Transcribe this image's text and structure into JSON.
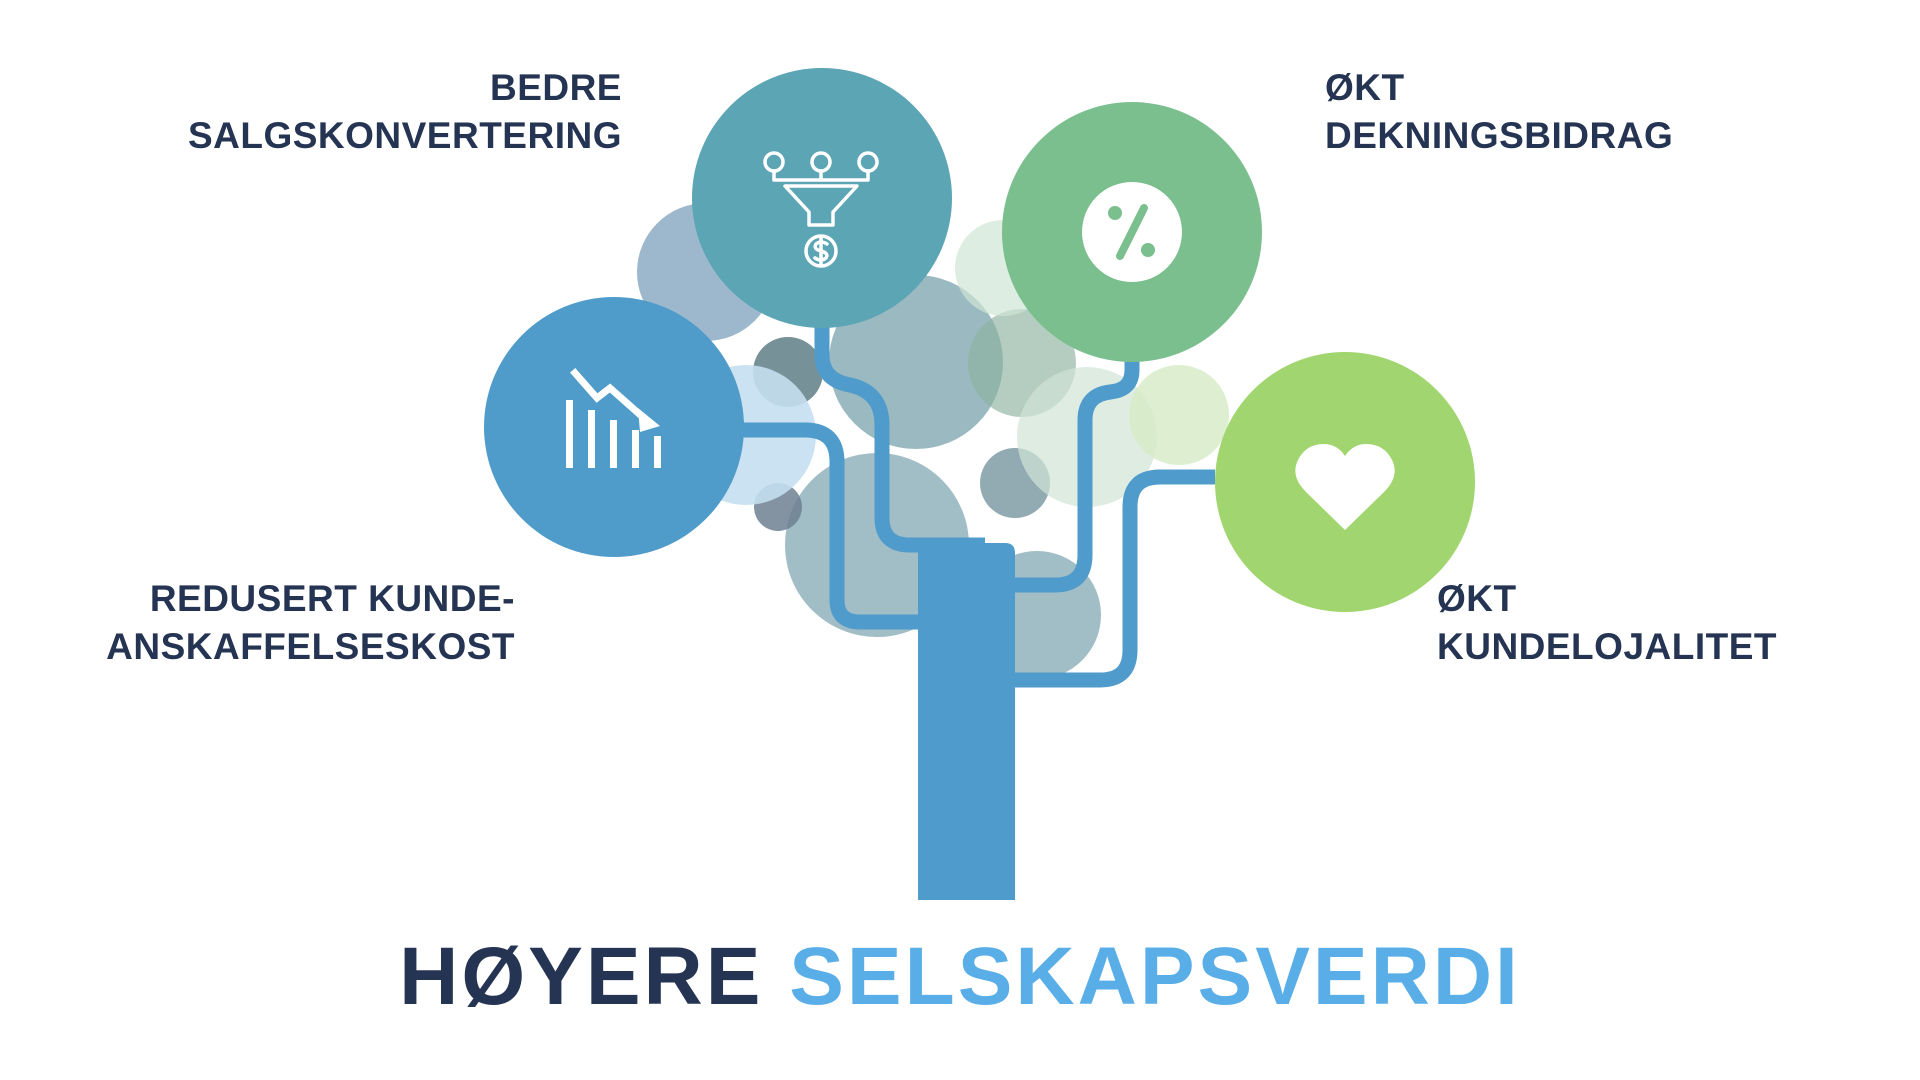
{
  "benefits": {
    "top_left": {
      "line1": "BEDRE",
      "line2": "SALGSKONVERTERING",
      "icon": "funnel-dollar-icon"
    },
    "left": {
      "line1": "REDUSERT KUNDE-",
      "line2": "ANSKAFFELSESKOST",
      "icon": "declining-bar-chart-icon"
    },
    "top_right": {
      "line1": "ØKT",
      "line2": "DEKNINGSBIDRAG",
      "icon": "percent-icon"
    },
    "right": {
      "line1": "ØKT",
      "line2": "KUNDELOJALITET",
      "icon": "heart-icon"
    }
  },
  "footer": {
    "part1": "HØYERE",
    "part2": "SELSKAPSVERDI"
  },
  "colors": {
    "trunk": "#4f9bcb",
    "circle_funnel": "#5ba5b4",
    "circle_chart": "#4f9bc9",
    "circle_percent": "#7bbf8e",
    "circle_heart": "#a1d56f",
    "text_dark": "#243452",
    "text_accent": "#5aaee8"
  }
}
